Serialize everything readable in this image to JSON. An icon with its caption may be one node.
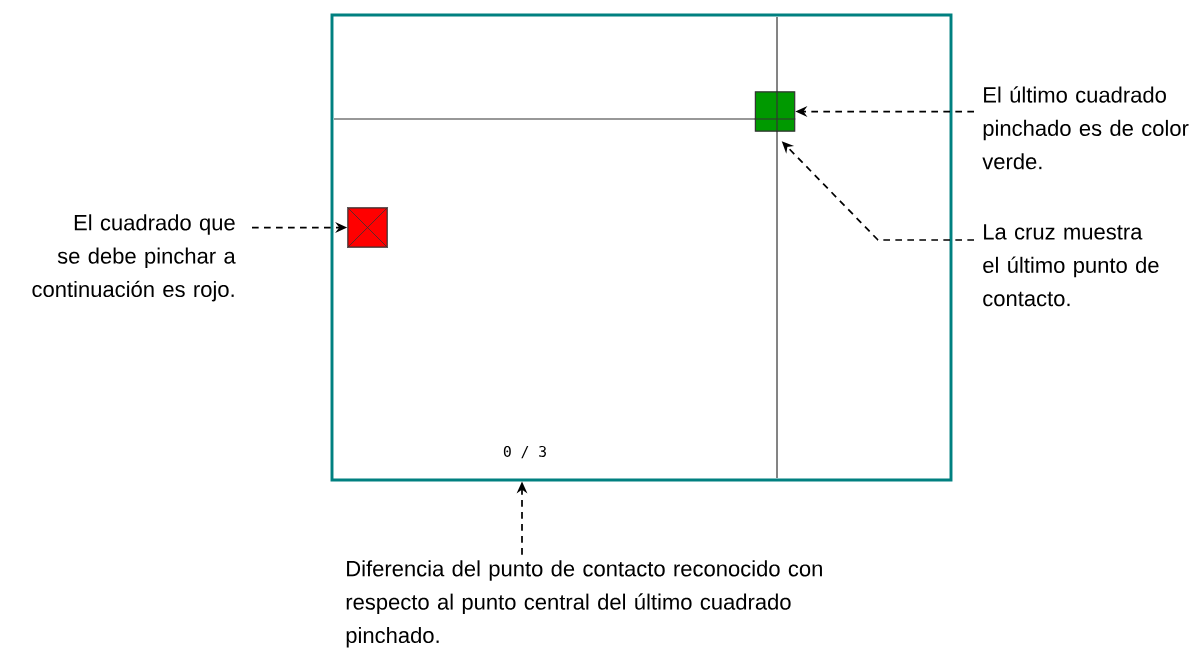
{
  "diagram": {
    "nodes": [
      {
        "text": [
          "0 / 3"
        ]
      },
      {
        "text": [],
        "shape": "box",
        "in": 0
      },
      {
        "text": [],
        "shape": "box",
        "in": 0
      },
      {
        "text": [
          "El cuadrado que se debe pinchar a continuación es rojo."
        ]
      },
      {
        "text": [
          "El último cuadrado pinchado es de color verde."
        ]
      },
      {
        "text": [
          "La cruz muestra el último punto de contacto."
        ]
      },
      {
        "text": [
          "Diferencia del punto de contacto reconocido con respecto al punto central del último cuadrado pinchado."
        ]
      }
    ],
    "edges": [
      {
        "from": 3,
        "to": 1,
        "arrow": "to",
        "style": "dashed"
      },
      {
        "from": 4,
        "to": 2,
        "arrow": "to",
        "style": "dashed"
      },
      {
        "from": 5,
        "to": 2,
        "arrow": "to",
        "style": "dashed"
      },
      {
        "from": 6,
        "to": 0,
        "arrow": "to",
        "style": "dashed"
      }
    ]
  }
}
